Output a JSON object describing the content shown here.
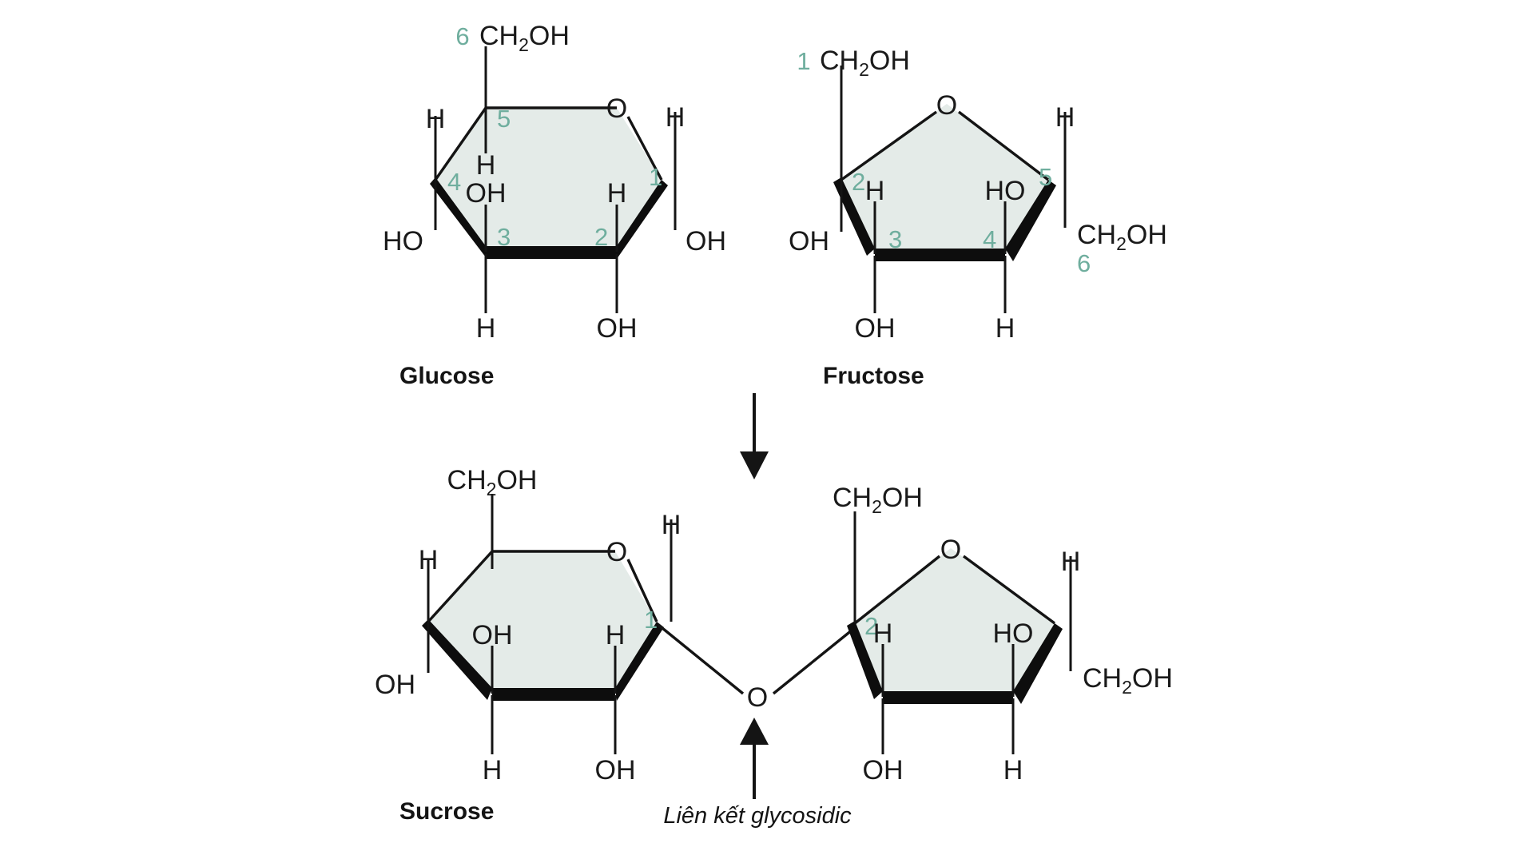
{
  "diagram": {
    "title": "Sucrose formation from glucose and fructose",
    "colors": {
      "ring_fill": "#e4ebe8",
      "bond": "#141414",
      "carbon_number": "#6fae9e",
      "background": "#ffffff"
    },
    "reactants": {
      "glucose": {
        "name": "Glucose",
        "ring_type": "pyranose-hexagon",
        "carbon_numbers": [
          "1",
          "2",
          "3",
          "4",
          "5",
          "6"
        ],
        "ring_oxygen": "O",
        "substituents": {
          "c6_group": "CH",
          "c6_sub": "2",
          "c6_tail": "OH",
          "c5_h": "H",
          "c4_h_up": "H",
          "c4_ho": "HO",
          "c3_h": "H",
          "c3_oh": "OH",
          "c3_down": "H",
          "c2_h": "H",
          "c2_down": "OH",
          "c1_h": "H",
          "c1_oh": "OH"
        }
      },
      "fructose": {
        "name": "Fructose",
        "ring_type": "furanose-pentagon",
        "carbon_numbers": [
          "1",
          "2",
          "3",
          "4",
          "5",
          "6"
        ],
        "ring_oxygen": "O",
        "substituents": {
          "c1_group": "CH",
          "c1_sub": "2",
          "c1_tail": "OH",
          "c2_oh": "OH",
          "c3_h": "H",
          "c3_down": "OH",
          "c4_ho": "HO",
          "c4_down": "H",
          "c5_h": "H",
          "c6_group": "CH",
          "c6_sub": "2",
          "c6_tail": "OH"
        }
      }
    },
    "arrow": {
      "direction": "down",
      "label": ""
    },
    "product": {
      "name": "Sucrose",
      "glucose_unit": {
        "carbon_numbers": [
          "1"
        ],
        "ring_oxygen": "O",
        "substituents": {
          "c6_group": "CH",
          "c6_sub": "2",
          "c6_tail": "OH",
          "c4_h_up": "H",
          "c4_oh": "OH",
          "c3_oh": "OH",
          "c3_down": "H",
          "c2_h": "H",
          "c2_down": "OH",
          "c1_h": "H"
        }
      },
      "fructose_unit": {
        "carbon_numbers": [
          "2"
        ],
        "ring_oxygen": "O",
        "substituents": {
          "c1_group": "CH",
          "c1_sub": "2",
          "c1_tail": "OH",
          "c3_h": "H",
          "c3_down": "OH",
          "c4_ho": "HO",
          "c4_down": "H",
          "c5_h": "H",
          "c6_group": "CH",
          "c6_sub": "2",
          "c6_tail": "OH"
        }
      },
      "bridge_oxygen": "O",
      "bond_caption": "Liên kết glycosidic"
    }
  },
  "chart_data": {
    "type": "diagram",
    "title": "Sucrose formation from glucose and fructose",
    "nodes": [
      {
        "id": "glucose",
        "label": "Glucose",
        "role": "reactant",
        "ring": "pyranose"
      },
      {
        "id": "fructose",
        "label": "Fructose",
        "role": "reactant",
        "ring": "furanose"
      },
      {
        "id": "sucrose",
        "label": "Sucrose",
        "role": "product",
        "ring": "pyranose+furanose"
      }
    ],
    "edges": [
      {
        "from": "glucose",
        "to": "sucrose",
        "type": "reaction-arrow"
      },
      {
        "from": "fructose",
        "to": "sucrose",
        "type": "reaction-arrow"
      }
    ],
    "annotations": [
      "Liên kết glycosidic"
    ]
  }
}
